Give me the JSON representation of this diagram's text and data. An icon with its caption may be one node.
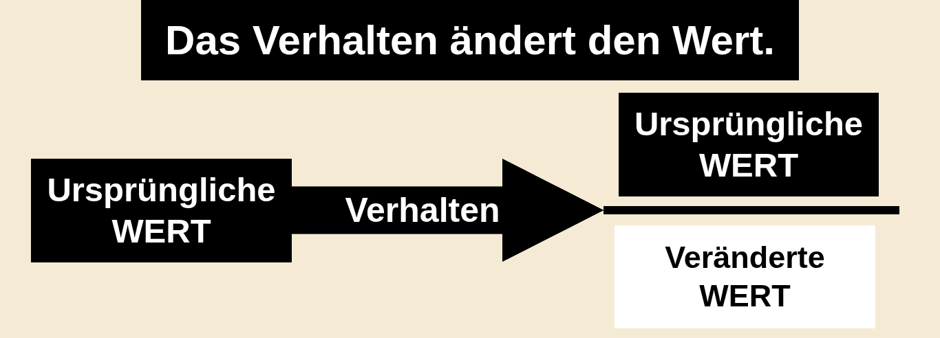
{
  "diagram": {
    "title": "Das Verhalten ändert den Wert.",
    "nodes": [
      {
        "text": [
          "Ursprüngliche WERT"
        ]
      },
      {
        "text": [
          "Ursprüngliche WERT"
        ]
      },
      {
        "text": [
          "Veränderte WERT"
        ]
      },
      {
        "text": [],
        "shape": "bar"
      }
    ],
    "edges": [
      {
        "from": 0,
        "to": 3,
        "arrow": "to",
        "label": "Verhalten"
      }
    ]
  }
}
